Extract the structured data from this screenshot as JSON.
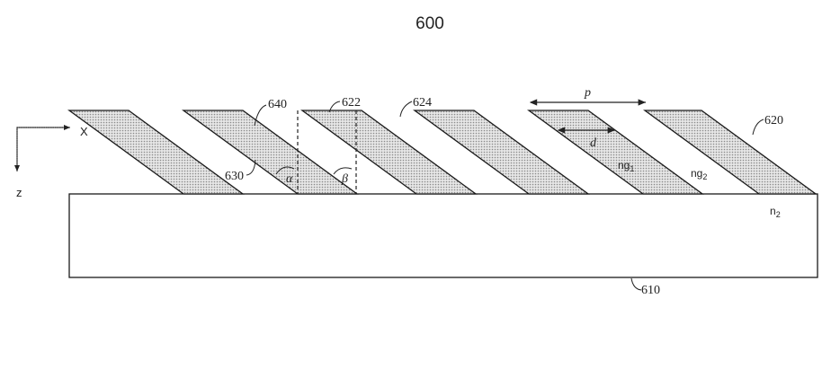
{
  "figure_number": "600",
  "axes": {
    "x_label": "X",
    "z_label": "z"
  },
  "labels": {
    "grating": "620",
    "grating_element": "622",
    "gap": "624",
    "substrate": "610",
    "edge_630": "630",
    "edge_640": "640",
    "alpha": "α",
    "beta": "β",
    "period": "p",
    "width": "d",
    "ng1": {
      "base": "ng",
      "sub": "1"
    },
    "ng2": {
      "base": "ng",
      "sub": "2"
    },
    "n2": {
      "base": "n",
      "sub": "2"
    }
  },
  "colors": {
    "fill": "#d4d4d4",
    "stroke": "#1a1a1a"
  }
}
